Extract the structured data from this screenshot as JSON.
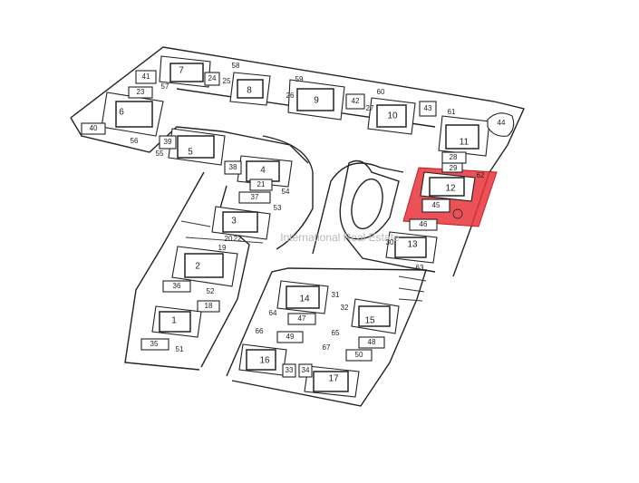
{
  "watermark": {
    "text": "International Real Estate"
  },
  "highlight": {
    "plot": "12",
    "color": "#e8333a"
  },
  "plots": {
    "p1": "1",
    "p2": "2",
    "p3": "3",
    "p4": "4",
    "p5": "5",
    "p6": "6",
    "p7": "7",
    "p8": "8",
    "p9": "9",
    "p10": "10",
    "p11": "11",
    "p12": "12",
    "p13": "13",
    "p14": "14",
    "p15": "15",
    "p16": "16",
    "p17": "17",
    "p18": "18",
    "p19": "19",
    "p20": "20",
    "p21": "21",
    "p22": "22",
    "p23": "23",
    "p24": "24",
    "p25": "25",
    "p26": "26",
    "p27": "27",
    "p28": "28",
    "p29": "29",
    "p30": "30",
    "p31": "31",
    "p32": "32",
    "p33": "33",
    "p34": "34",
    "p35": "35",
    "p36": "36",
    "p37": "37",
    "p38": "38",
    "p39": "39",
    "p40": "40",
    "p41": "41",
    "p42": "42",
    "p43": "43",
    "p44": "44",
    "p45": "45",
    "p46": "46",
    "p47": "47",
    "p48": "48",
    "p49": "49",
    "p50": "50",
    "p51": "51",
    "p52": "52",
    "p53": "53",
    "p54": "54",
    "p55": "55",
    "p56": "56",
    "p57": "57",
    "p58": "58",
    "p59": "59",
    "p60": "60",
    "p61": "61",
    "p62": "62",
    "p63": "63",
    "p64": "64",
    "p65": "65",
    "p66": "66",
    "p67": "67"
  }
}
